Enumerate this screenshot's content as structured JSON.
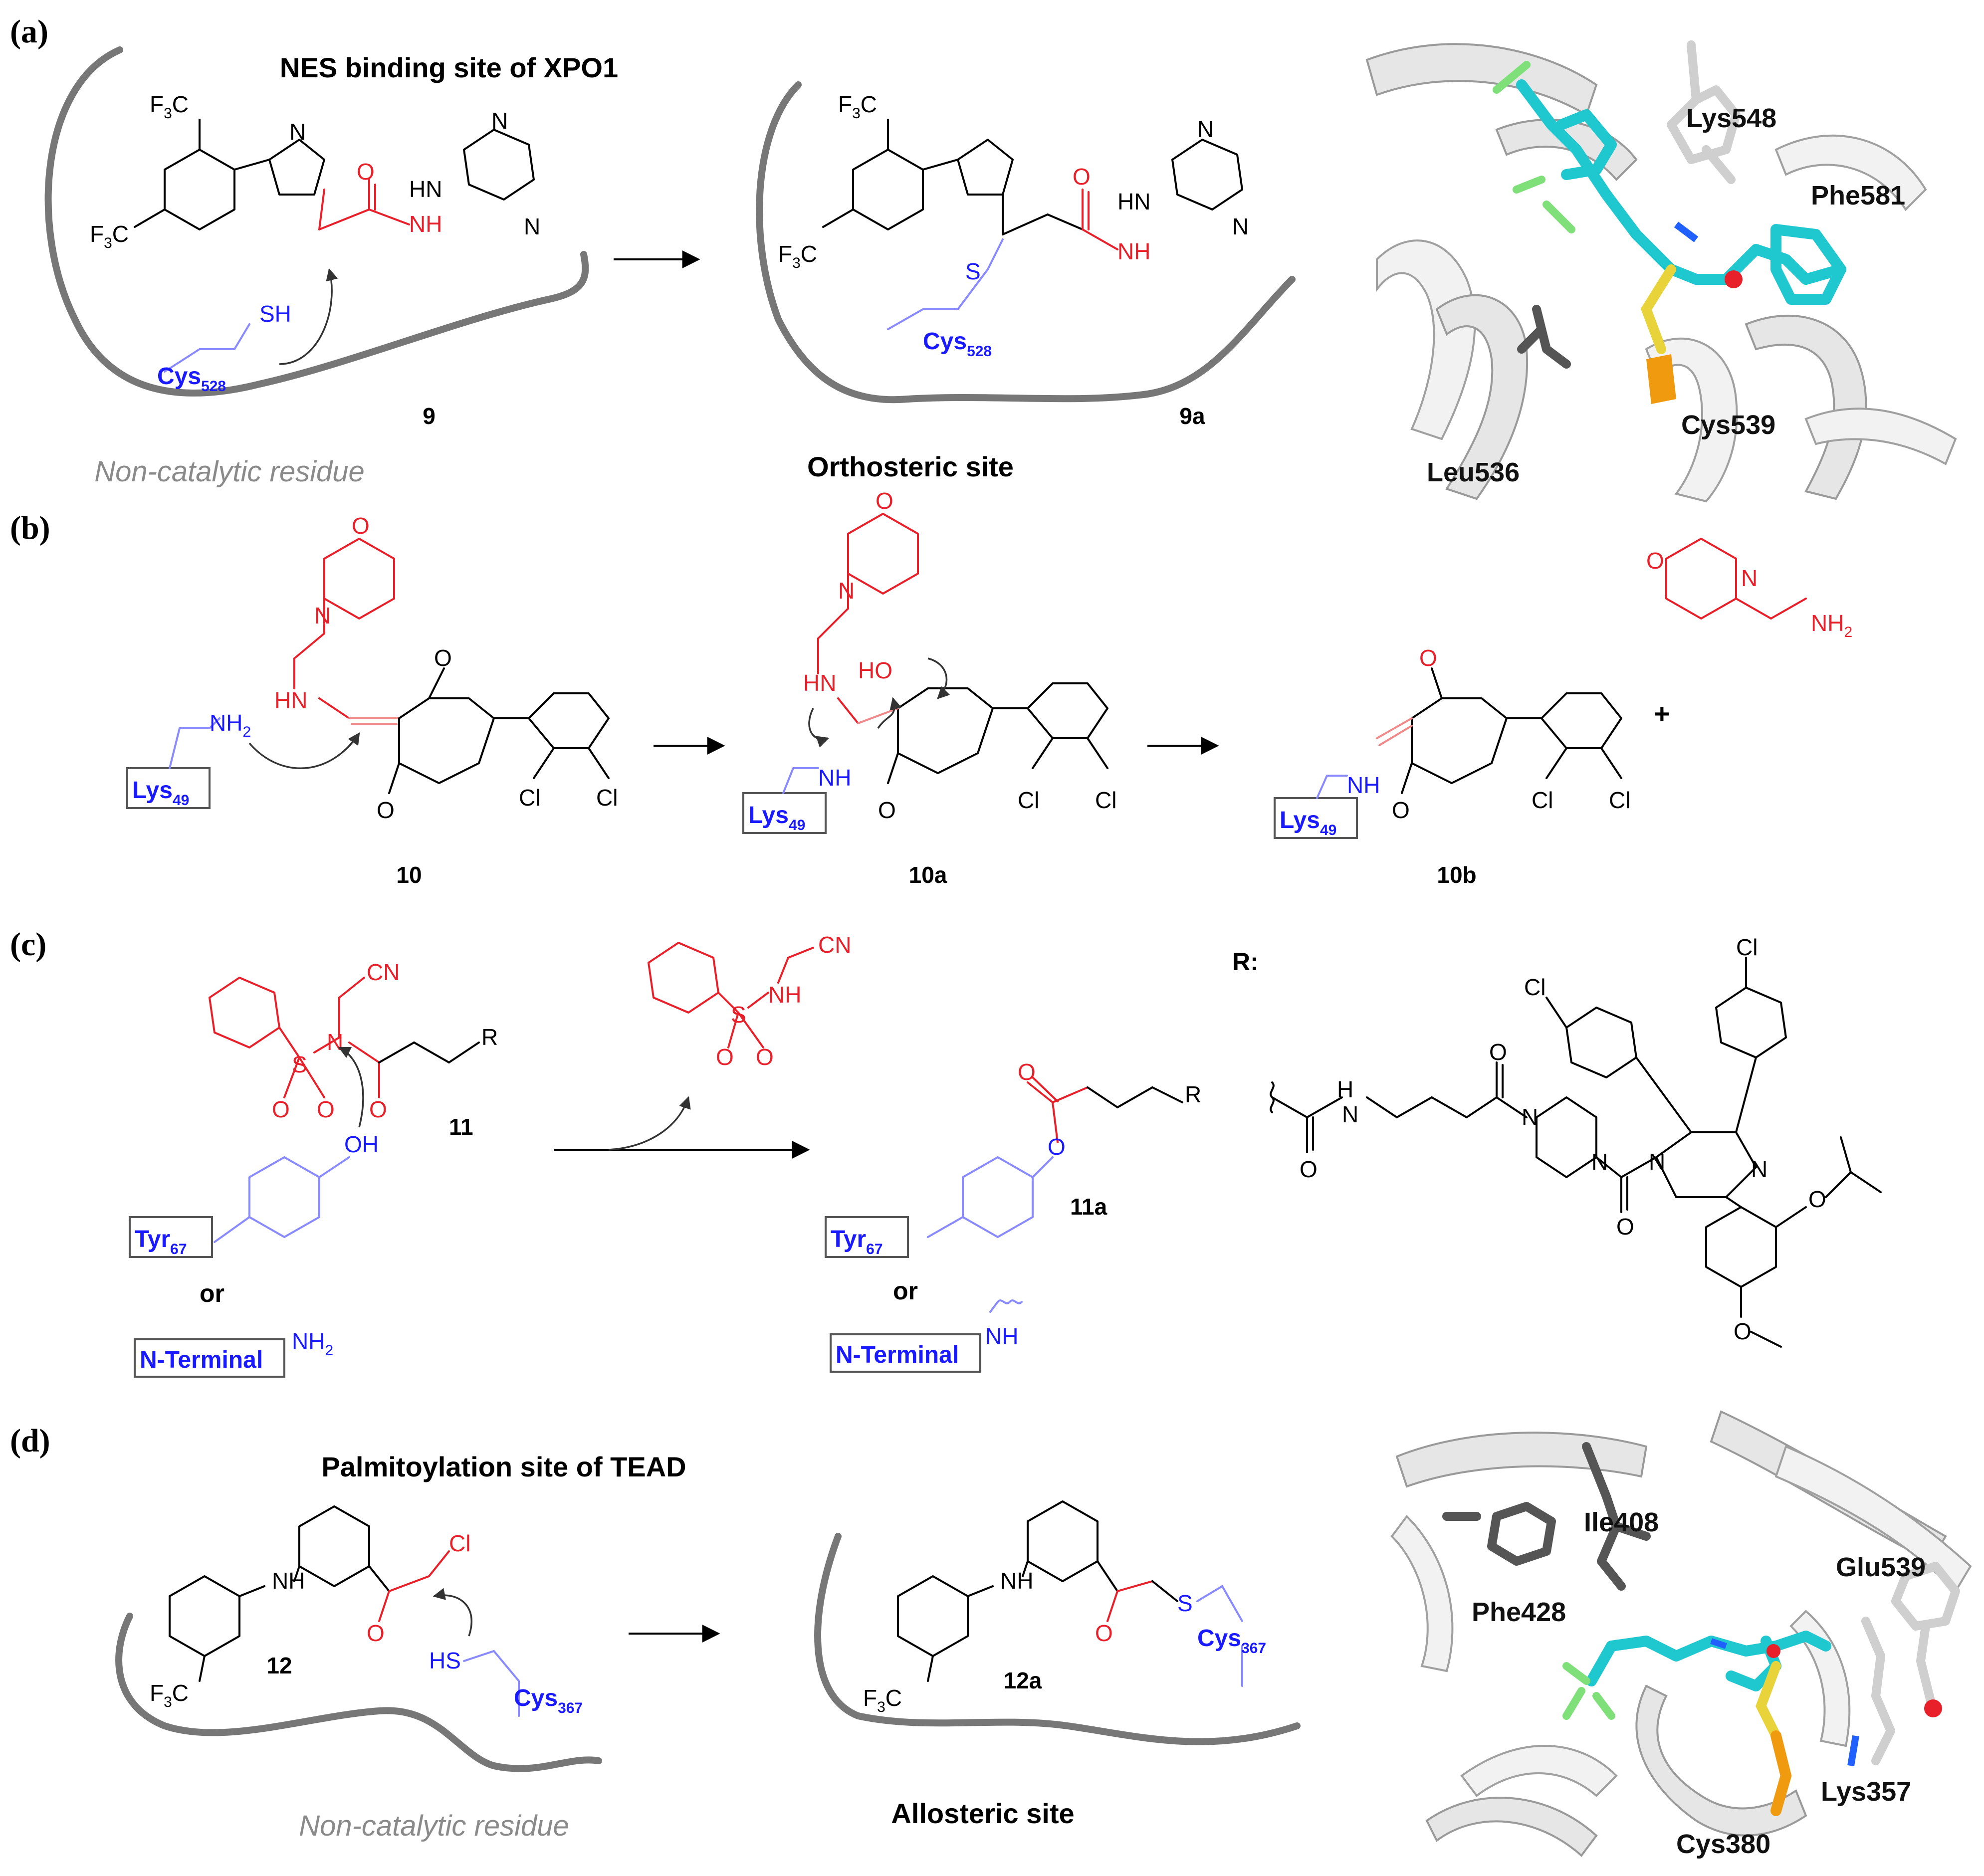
{
  "panels": {
    "a": {
      "label": "(a)",
      "title": "NES binding site of XPO1",
      "compound_left": "9",
      "compound_right": "9a",
      "residue": "Cys",
      "residue_sub": "528",
      "note": "Non-catalytic residue",
      "site": "Orthosteric site",
      "atoms": {
        "f3c": "F",
        "f3c_3": "3",
        "f3c_c": "C",
        "n": "N",
        "o": "O",
        "hn": "HN",
        "nh": "NH",
        "sh": "SH",
        "s": "S"
      },
      "structure_labels": [
        "Lys548",
        "Phe581",
        "Leu536",
        "Cys539"
      ]
    },
    "b": {
      "label": "(b)",
      "compound_1": "10",
      "compound_2": "10a",
      "compound_3": "10b",
      "residue": "Lys",
      "residue_sub": "49",
      "plus": "+",
      "atoms": {
        "o": "O",
        "n": "N",
        "hn": "HN",
        "nh": "NH",
        "nh2": "NH",
        "sub2": "2",
        "ho": "HO",
        "cl": "Cl"
      }
    },
    "c": {
      "label": "(c)",
      "compound_1": "11",
      "compound_2": "11a",
      "residue": "Tyr",
      "residue_sub": "67",
      "or": "or",
      "nterm": "N-Terminal",
      "r_label": "R:",
      "atoms": {
        "cn": "CN",
        "n": "N",
        "s": "S",
        "o": "O",
        "r": "R",
        "oh": "OH",
        "nh": "NH",
        "nh2": "NH",
        "sub2": "2",
        "h": "H",
        "cl": "Cl"
      }
    },
    "d": {
      "label": "(d)",
      "title": "Palmitoylation site of TEAD",
      "compound_left": "12",
      "compound_right": "12a",
      "residue": "Cys",
      "residue_sub": "367",
      "note": "Non-catalytic residue",
      "site": "Allosteric site",
      "atoms": {
        "nh": "NH",
        "cl": "Cl",
        "o": "O",
        "hs": "HS",
        "s": "S",
        "f3c": "F",
        "f3c_3": "3",
        "f3c_c": "C"
      },
      "structure_labels": [
        "Ile408",
        "Glu539",
        "Phe428",
        "Lys357",
        "Cys380"
      ]
    }
  }
}
